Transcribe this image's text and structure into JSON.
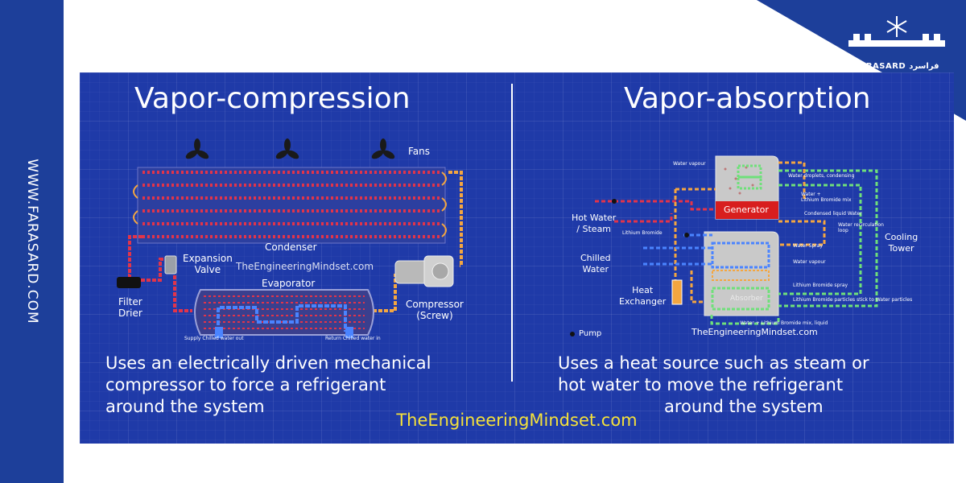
{
  "sidebar": {
    "url": "WWW.FARASARD.COM"
  },
  "brand": {
    "logo_text": "FARASARD فراسرد"
  },
  "colors": {
    "sidebar": "#1d3f9a",
    "panel": "#1f3aa8",
    "footer_text": "#f5e13a",
    "pipe_red": "#e2344a",
    "pipe_orange": "#f4a640",
    "pipe_blue": "#4a84ff",
    "pipe_green": "#6fe07a",
    "generator": "#d81e1e"
  },
  "left": {
    "title": "Vapor-compression",
    "labels": {
      "fans": "Fans",
      "condenser": "Condenser",
      "expansion_valve": "Expansion\nValve",
      "evaporator": "Evaporator",
      "filter_drier": "Filter\nDrier",
      "compressor": "Compressor\n(Screw)",
      "supply_water": "Supply Chilled water out",
      "return_water": "Return Chilled water in",
      "watermark": "TheEngineeringMindset.com"
    },
    "description": [
      "Uses an electrically driven mechanical",
      "compressor to force a refrigerant",
      "around the system"
    ]
  },
  "right": {
    "title": "Vapor-absorption",
    "labels": {
      "water_vapour_top": "Water vapour",
      "water_droplets": "Water droplets, condensing",
      "water_libr_mix": "Water +\nLithium Bromide mix",
      "generator": "Generator",
      "condensed_liquid": "Condensed liquid Water",
      "water_recirculation": "Water recirculation\nloop",
      "hot_water": "Hot Water\n/ Steam",
      "lithium_bromide": "Lithium Bromide",
      "chilled_water": "Chilled\nWater",
      "water_spray": "Water Spray",
      "water_vapour": "Water vapour",
      "cooling_tower": "Cooling\nTower",
      "heat_exchanger": "Heat\nExchanger",
      "libr_spray": "Lithium Bromide spray",
      "libr_particles": "Lithium Bromide particles stick to Water particles",
      "water_libr_liquid": "Water + Lithium Bromide mix, liquid",
      "pump": "Pump",
      "absorber": "Absorber",
      "watermark": "TheEngineeringMindset.com"
    },
    "description": [
      "Uses a heat source such as steam or",
      "hot water to move the refrigerant",
      "around the system"
    ]
  },
  "footer": "TheEngineeringMindset.com"
}
